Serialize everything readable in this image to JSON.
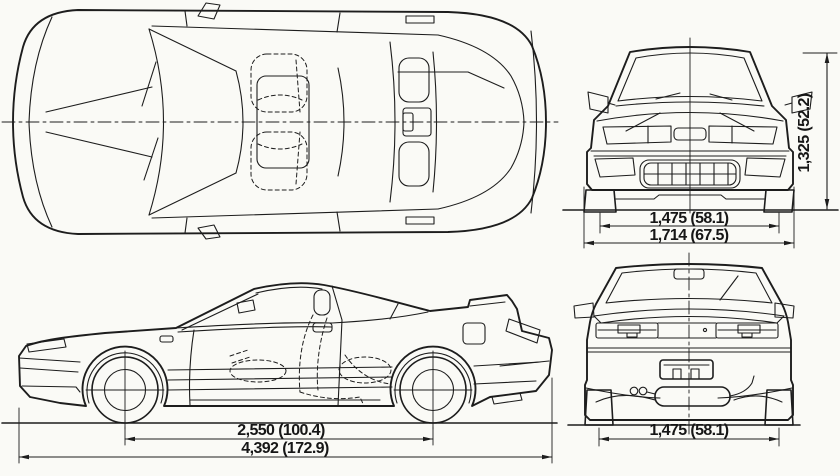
{
  "colors": {
    "background": "#fafaf6",
    "line": "#1d1d1d"
  },
  "dimensions": {
    "front_view": {
      "track_width": "1,475 (58.1)",
      "overall_width": "1,714 (67.5)",
      "overall_height": "1,325 (52.2)"
    },
    "side_view": {
      "wheelbase": "2,550 (100.4)",
      "overall_length": "4,392 (172.9)"
    },
    "rear_view": {
      "track_width": "1,475 (58.1)"
    }
  }
}
